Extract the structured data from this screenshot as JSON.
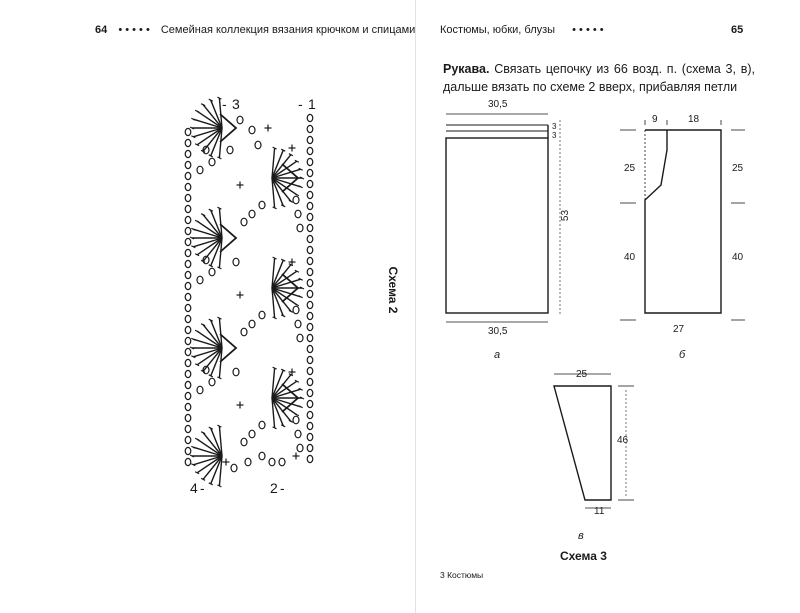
{
  "left_page": {
    "page_number": "64",
    "dots": "• • • • •",
    "running_title": "Семейная коллекция вязания крючком и спицами",
    "chart_title": "Схема 2",
    "row_labels": {
      "top_right_a": "3",
      "top_right_b": "1",
      "bottom_left": "4",
      "bottom_right": "2"
    }
  },
  "right_page": {
    "running_title": "Костюмы, юбки, блузы",
    "dots": "• • • • •",
    "page_number": "65",
    "body_lead": "Рукава.",
    "body_text": " Связать цепочку из 66 возд. п. (схема 3, в), дальше вязать по схеме 2 вверх, прибавляя петли",
    "schema_a": {
      "top": "30,5",
      "bottom": "30,5",
      "side_small_a": "3",
      "side_small_b": "3",
      "height": "53",
      "caption": "а"
    },
    "schema_b": {
      "top_left": "9",
      "top_right": "18",
      "left_upper": "25",
      "right_upper": "25",
      "left_lower": "40",
      "right_lower": "40",
      "bottom": "27",
      "caption": "б"
    },
    "schema_c": {
      "top": "25",
      "height": "46",
      "bottom": "11",
      "caption": "в"
    },
    "schema_title": "Схема 3",
    "footer": "3 Костюмы"
  }
}
